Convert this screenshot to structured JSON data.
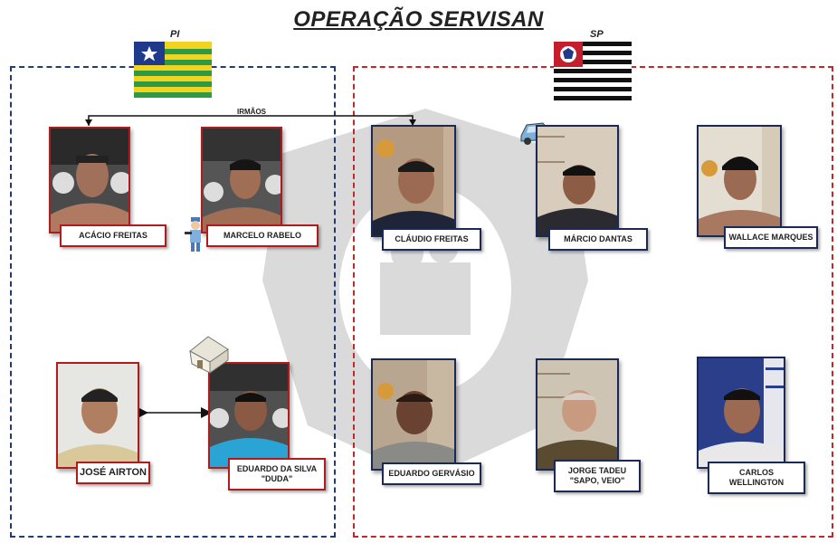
{
  "title": "OPERAÇÃO SERVISAN",
  "states": {
    "pi": {
      "label": "PI"
    },
    "sp": {
      "label": "SP"
    }
  },
  "relationship": {
    "label": "IRMÃOS"
  },
  "people": {
    "acacio": {
      "name": "ACÁCIO FREITAS"
    },
    "marcelo": {
      "name": "MARCELO RABELO"
    },
    "claudio": {
      "name": "CLÁUDIO FREITAS"
    },
    "marcio": {
      "name": "MÁRCIO DANTAS"
    },
    "wallace": {
      "name": "WALLACE MARQUES"
    },
    "jose": {
      "name": "JOSÉ AIRTON"
    },
    "eduardo_duda": {
      "name": "EDUARDO DA SILVA\n\"DUDA\""
    },
    "eduardo_gervasio": {
      "name": "EDUARDO GERVÁSIO"
    },
    "jorge": {
      "name": "JORGE TADEU\n\"SAPO, VEIO\""
    },
    "carlos": {
      "name": "CARLOS WELLINGTON"
    }
  },
  "colors": {
    "pi_region": "#1f3c78",
    "sp_region": "#c0282b",
    "pi_flag_yellow": "#f2d320",
    "pi_flag_green": "#2f9a43",
    "pi_flag_blue": "#1f3a8a"
  },
  "icons": [
    "car-icon",
    "police-officer-icon",
    "house-icon",
    "pi-flag",
    "sp-flag"
  ]
}
